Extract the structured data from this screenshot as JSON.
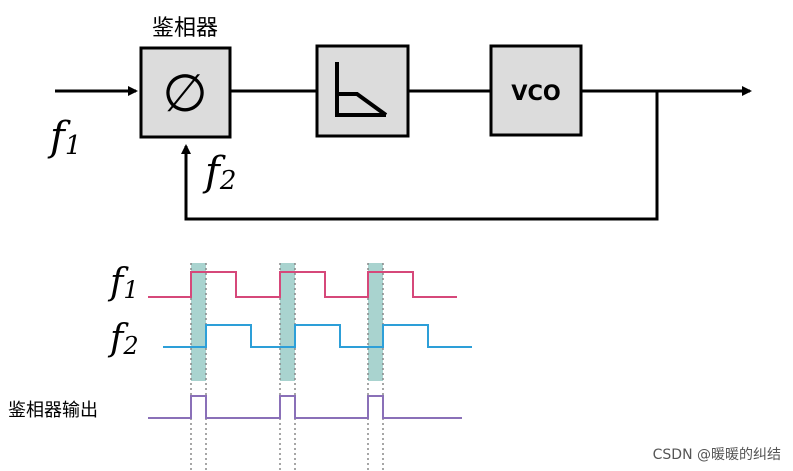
{
  "block_diagram": {
    "phase_detector": {
      "label": "鉴相器",
      "symbol": "∅"
    },
    "loop_filter_icon": "lowpass-filter-icon",
    "vco": {
      "label": "VCO"
    },
    "input_signal": {
      "label": "f",
      "subscript": "1"
    },
    "feedback_signal": {
      "label": "f",
      "subscript": "2"
    }
  },
  "waveforms": {
    "f1": {
      "label": "f",
      "subscript": "1",
      "color": "#d6487a"
    },
    "f2": {
      "label": "f",
      "subscript": "2",
      "color": "#2d9fd8"
    },
    "pd_output": {
      "label": "鉴相器输出",
      "color": "#8a70b8"
    },
    "highlight_color": "#a9d3cf"
  },
  "watermark": "CSDN @暖暖的纠结"
}
